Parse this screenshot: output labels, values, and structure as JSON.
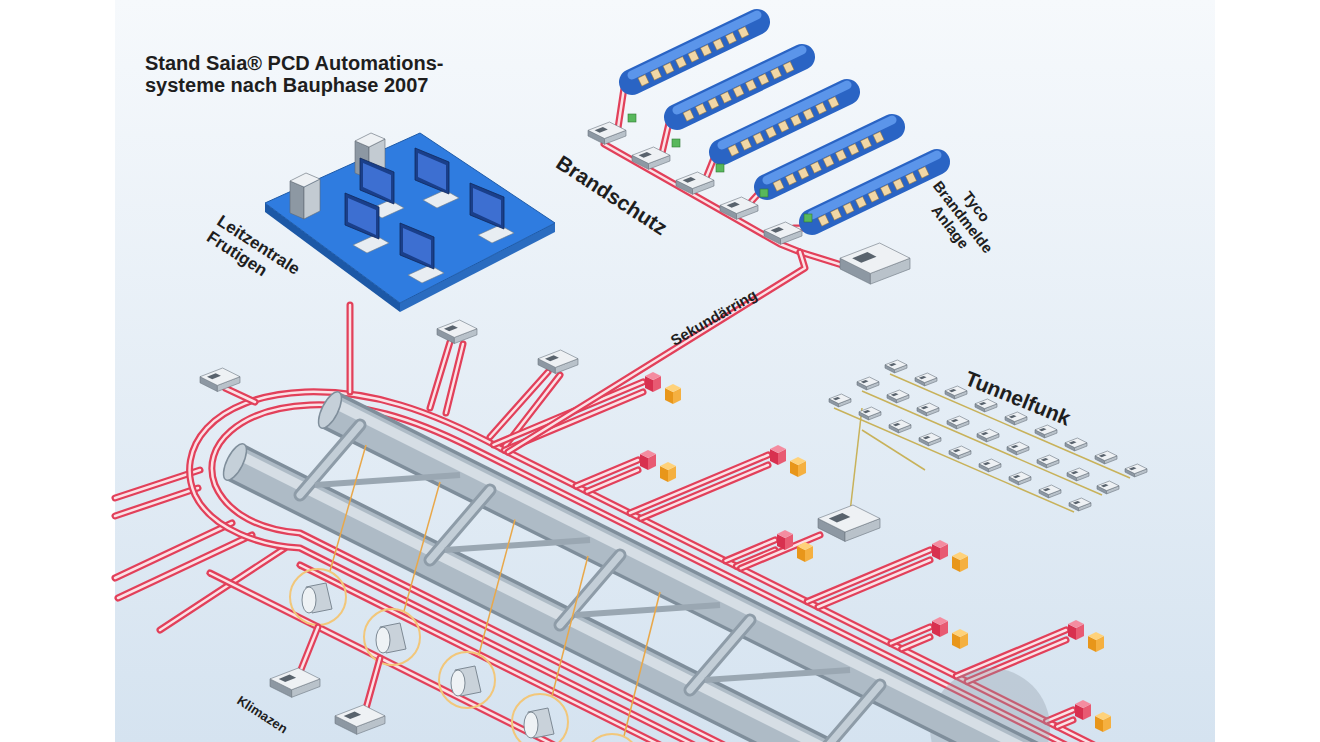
{
  "diagram": {
    "title": "Stand Saia® PCD Automations- systeme nach Bauphase 2007",
    "nodes": [
      {
        "text": [
          "Leitzentrale Frutigen"
        ]
      },
      {
        "text": [
          "Tyco Brandmelde Anlage"
        ]
      },
      {
        "text": [
          "Klimazen"
        ]
      }
    ],
    "labels": [
      "Brandschutz",
      "Sekundärring",
      "Tunnelfunk"
    ]
  }
}
